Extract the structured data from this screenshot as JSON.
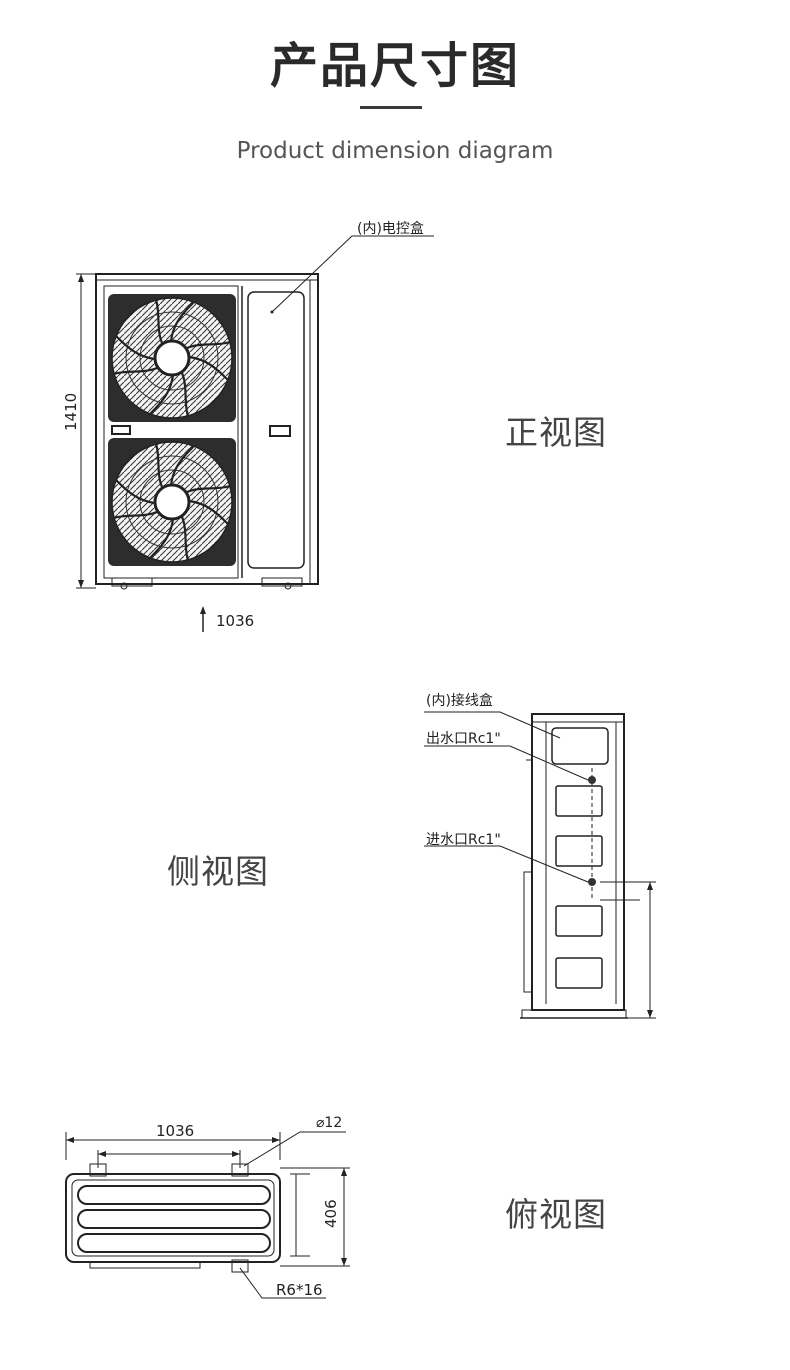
{
  "header": {
    "title": "产品尺寸图",
    "subtitle": "Product dimension diagram"
  },
  "front_view": {
    "label": "正视图",
    "callout_control_box": "(内)电控盒",
    "height_dim": "1410",
    "width_dim": "1036"
  },
  "side_view": {
    "label": "侧视图",
    "callout_junction_box": "(内)接线盒",
    "callout_water_outlet": "出水口Rc1\"",
    "callout_water_inlet": "进水口Rc1\""
  },
  "top_view": {
    "label": "俯视图",
    "width_dim": "1036",
    "hole_dim": "⌀12",
    "depth_dim": "406",
    "radius_dim": "R6*16"
  },
  "colors": {
    "line": "#222222",
    "title": "#2a2a2a",
    "fan_fill": "#2d2d2d"
  }
}
